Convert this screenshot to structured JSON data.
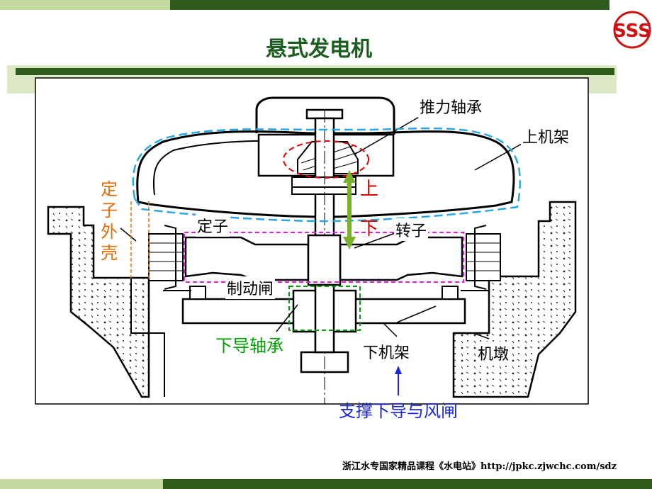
{
  "title": "悬式发电机",
  "footer": "浙江水专国家精品课程《水电站》http://jpkc.zjwchc.com/sdz",
  "labels": {
    "thrust_bearing": "推力轴承",
    "upper_frame": "上机架",
    "stator": "定子",
    "rotor": "转子",
    "brake": "制动闸",
    "lower_frame": "下机架",
    "pier": "机墩",
    "stator_shell": [
      "定",
      "子",
      "外",
      "壳"
    ],
    "up": "上",
    "down": "下",
    "lower_guide_bearing": "下导轴承",
    "support_note": "支撑下导与风闸"
  },
  "colors": {
    "title": "#1b5e20",
    "band_dark": "#2e5a1c",
    "band_light": "#c5d9a0",
    "orange": "#e36c09",
    "green": "#00a000",
    "blue": "#1a27d8",
    "red": "#e00000",
    "magenta": "#e020e0",
    "cyan": "#2aa7e0"
  }
}
